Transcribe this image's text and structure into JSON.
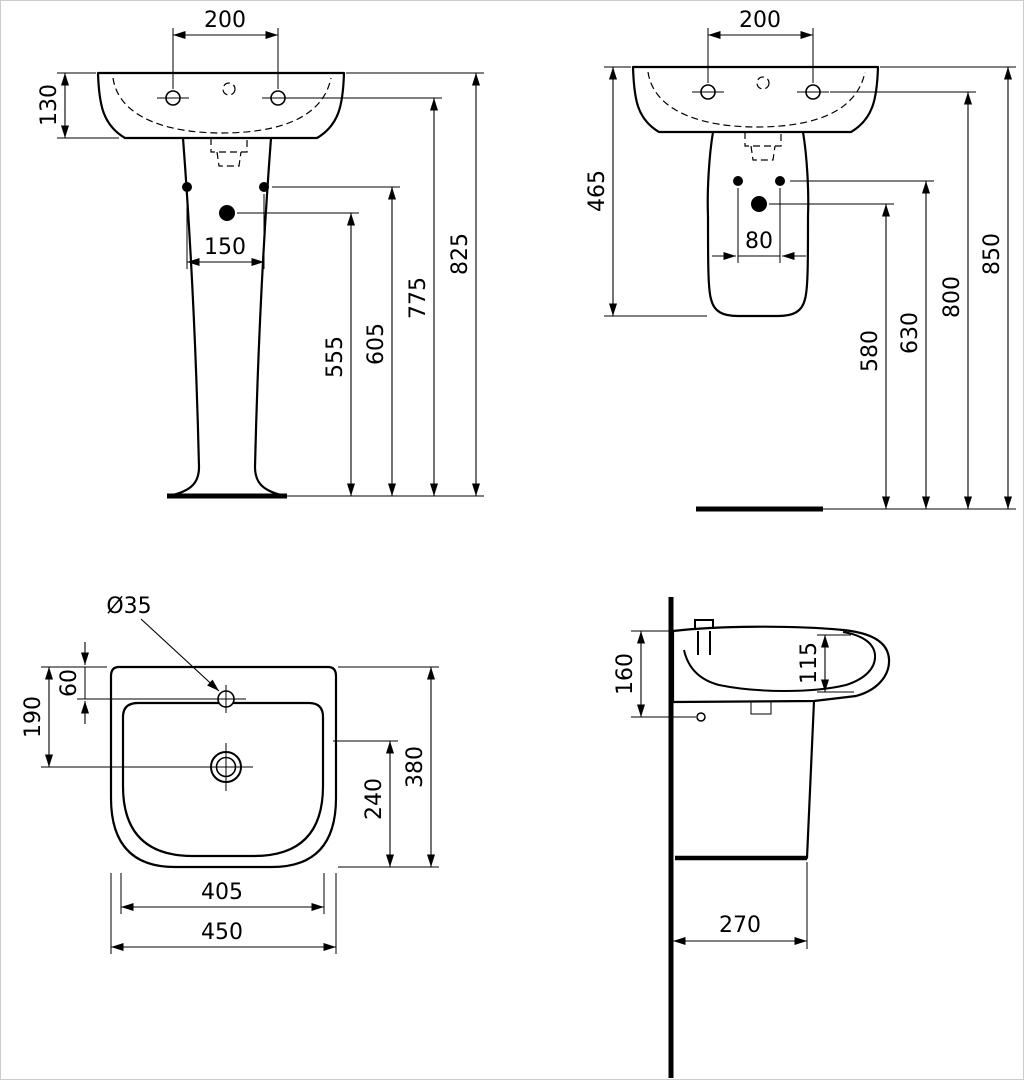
{
  "colors": {
    "line": "#000000",
    "background": "#ffffff"
  },
  "views": {
    "front_pedestal": {
      "dims": {
        "tap_spacing": "200",
        "basin_height": "130",
        "fixing_spacing": "150",
        "drain_height": "555",
        "fixing_height": "605",
        "tap_height": "775",
        "rim_height": "825"
      }
    },
    "front_semi_pedestal": {
      "dims": {
        "tap_spacing": "200",
        "overall_height": "465",
        "fixing_spacing": "80",
        "drain_height": "580",
        "fixing_height": "630",
        "tap_height": "800",
        "rim_height": "850"
      }
    },
    "plan": {
      "dims": {
        "tap_hole_diameter": "Ø35",
        "tap_hole_offset": "60",
        "drain_offset": "190",
        "bowl_depth": "240",
        "overall_depth": "380",
        "bowl_width": "405",
        "overall_width": "450"
      }
    },
    "side": {
      "dims": {
        "wall_height": "160",
        "front_height": "115",
        "depth": "270"
      }
    }
  }
}
